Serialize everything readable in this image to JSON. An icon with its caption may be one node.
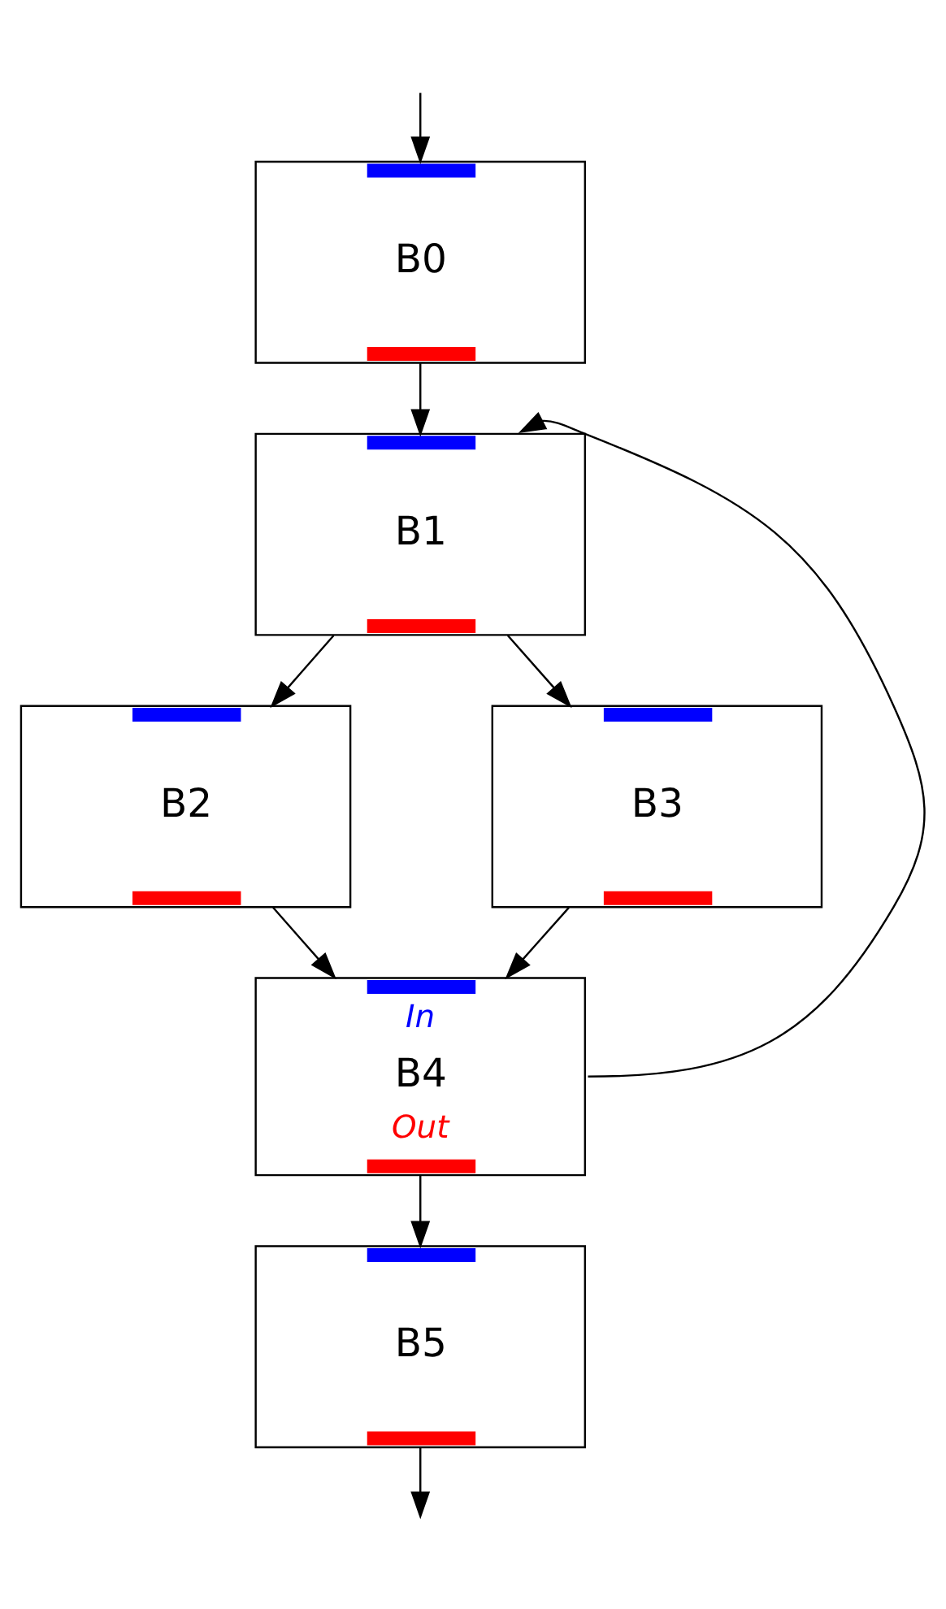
{
  "diagram": {
    "nodes": [
      {
        "text": [
          "B0"
        ]
      },
      {
        "text": [
          "B1"
        ]
      },
      {
        "text": [
          "B2"
        ]
      },
      {
        "text": [
          "B3"
        ]
      },
      {
        "text": [
          "In",
          "B4",
          "Out"
        ]
      },
      {
        "text": [
          "B5"
        ]
      }
    ],
    "edges": [
      {
        "from": null,
        "to": 0,
        "arrow": "to"
      },
      {
        "from": 0,
        "to": 1,
        "arrow": "to"
      },
      {
        "from": 1,
        "to": 2,
        "arrow": "to"
      },
      {
        "from": 1,
        "to": 3,
        "arrow": "to"
      },
      {
        "from": 2,
        "to": 4,
        "arrow": "to"
      },
      {
        "from": 3,
        "to": 4,
        "arrow": "to"
      },
      {
        "from": 4,
        "to": 5,
        "arrow": "to"
      },
      {
        "from": 4,
        "to": 1,
        "arrow": "to"
      },
      {
        "from": 5,
        "to": null,
        "arrow": "to"
      }
    ]
  }
}
